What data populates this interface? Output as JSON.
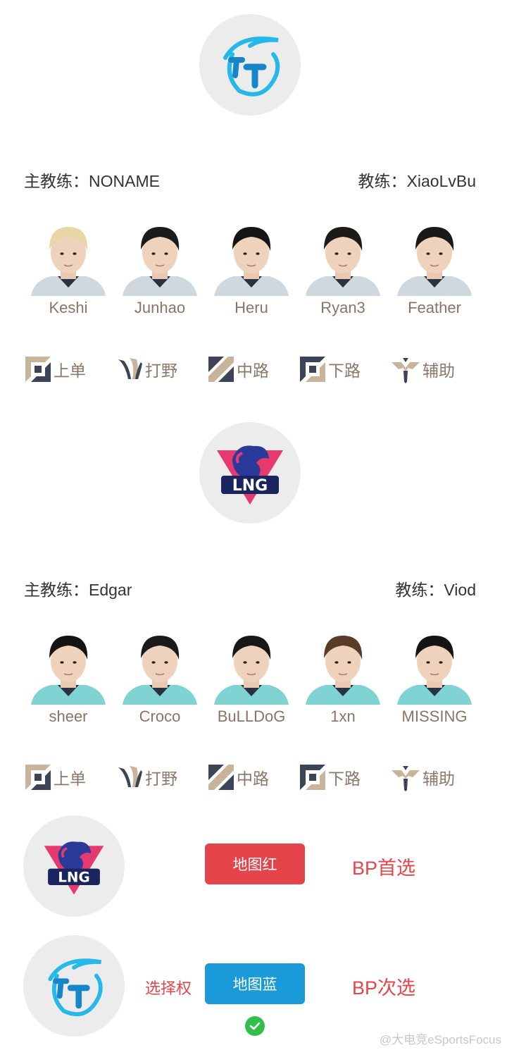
{
  "teams": [
    {
      "logo": "tt-logo",
      "head_coach": "主教练：NONAME",
      "coach": "教练：XiaoLvBu",
      "players": [
        {
          "name": "Keshi",
          "hair": "#e8d6a4"
        },
        {
          "name": "Junhao",
          "hair": "#1b1b1b"
        },
        {
          "name": "Heru",
          "hair": "#151515"
        },
        {
          "name": "Ryan3",
          "hair": "#1e1a18"
        },
        {
          "name": "Feather",
          "hair": "#181818"
        }
      ],
      "jersey_color": "#cfd8de"
    },
    {
      "logo": "lng-logo",
      "head_coach": "主教练：Edgar",
      "coach": "教练：Viod",
      "players": [
        {
          "name": "sheer",
          "hair": "#141414"
        },
        {
          "name": "Croco",
          "hair": "#1a1a1a"
        },
        {
          "name": "BuLLDoG",
          "hair": "#171717"
        },
        {
          "name": "1xn",
          "hair": "#5a3a28"
        },
        {
          "name": "MISSING",
          "hair": "#141414"
        }
      ],
      "jersey_color": "#7fd3d3"
    }
  ],
  "roles": [
    "上单",
    "打野",
    "中路",
    "下路",
    "辅助"
  ],
  "role_icons": [
    "top-lane-icon",
    "jungle-icon",
    "mid-lane-icon",
    "bot-lane-icon",
    "support-icon"
  ],
  "map_side": {
    "red_button": "地图红",
    "blue_button": "地图蓝",
    "red_bp": "BP首选",
    "blue_bp": "BP次选",
    "choice_label": "选择权"
  },
  "watermark": "@大电竞eSportsFocus",
  "colors": {
    "red": "#e5454a",
    "blue": "#1a9ad8",
    "check": "#2fbf4a",
    "role_text": "#8c7868"
  }
}
